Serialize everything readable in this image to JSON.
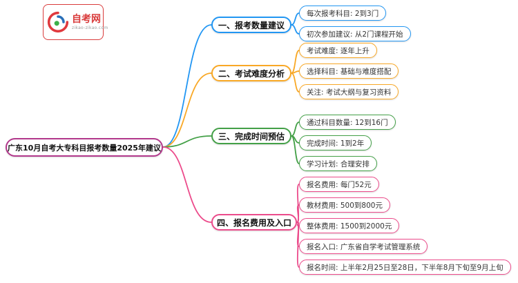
{
  "logo": {
    "name": "自考网",
    "domain": "zikao-zikao.com",
    "color": "#d93a3a",
    "icon_colors": [
      "#e0393e",
      "#2a6fb8",
      "#3cb049"
    ]
  },
  "root": {
    "label": "广东10月自考大专科目报考数量2025年建议",
    "color": "#b1378b"
  },
  "branches": [
    {
      "label": "一、报考数量建议",
      "color": "#2196f3",
      "children": [
        "每次报考科目: 2到3门",
        "初次参加建议: 从2门课程开始"
      ]
    },
    {
      "label": "二、考试难度分析",
      "color": "#f9a825",
      "children": [
        "考试难度: 逐年上升",
        "选择科目: 基础与难度搭配",
        "关注: 考试大纲与复习资料"
      ]
    },
    {
      "label": "三、完成时间预估",
      "color": "#43a047",
      "children": [
        "通过科目数量: 12到16门",
        "完成时间: 1到2年",
        "学习计划: 合理安排"
      ]
    },
    {
      "label": "四、报名费用及入口",
      "color": "#ec4b8b",
      "children": [
        "报名费用: 每门52元",
        "教材费用: 500到800元",
        "整体费用: 1500到2000元",
        "报名入口: 广东省自学考试管理系统",
        "报名时间: 上半年2月25日至28日，下半年8月下旬至9月上旬"
      ]
    }
  ]
}
